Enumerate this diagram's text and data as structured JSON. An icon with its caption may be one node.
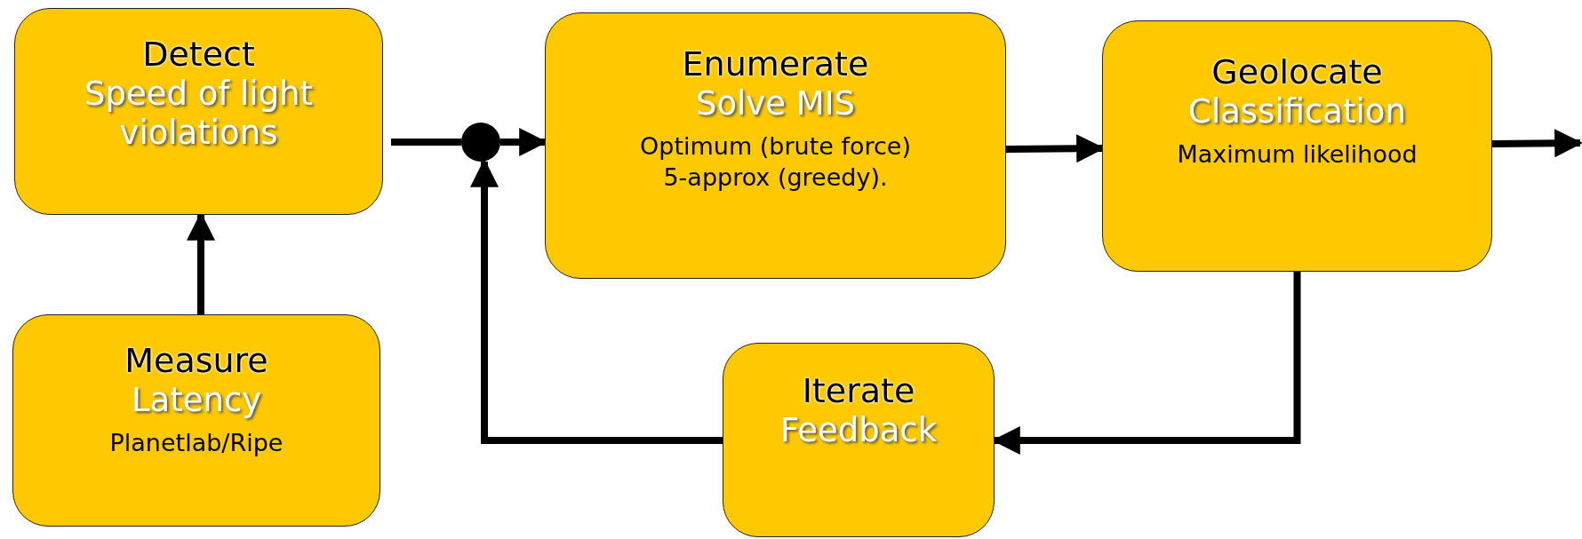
{
  "diagram": {
    "nodes": [
      {
        "text": [
          "Detect",
          "Speed of light violations"
        ]
      },
      {
        "text": [
          "Measure",
          "Latency",
          "Planetlab/Ripe"
        ]
      },
      {
        "text": [],
        "shape": "circle"
      },
      {
        "text": [
          "Enumerate",
          "Solve MIS",
          "Optimum (brute force) 5-approx (greedy)."
        ]
      },
      {
        "text": [
          "Geolocate",
          "Classification",
          "Maximum likelihood"
        ]
      },
      {
        "text": [
          "Iterate",
          "Feedback"
        ]
      }
    ],
    "edges": [
      {
        "from": 1,
        "to": 0,
        "arrow": "to"
      },
      {
        "from": 0,
        "to": 2,
        "arrow": "none"
      },
      {
        "from": 2,
        "to": 3,
        "arrow": "to"
      },
      {
        "from": 3,
        "to": 4,
        "arrow": "to"
      },
      {
        "from": 4,
        "to": null,
        "arrow": "to"
      },
      {
        "from": 4,
        "to": 5,
        "arrow": "to"
      },
      {
        "from": 5,
        "to": 2,
        "arrow": "to"
      }
    ]
  }
}
